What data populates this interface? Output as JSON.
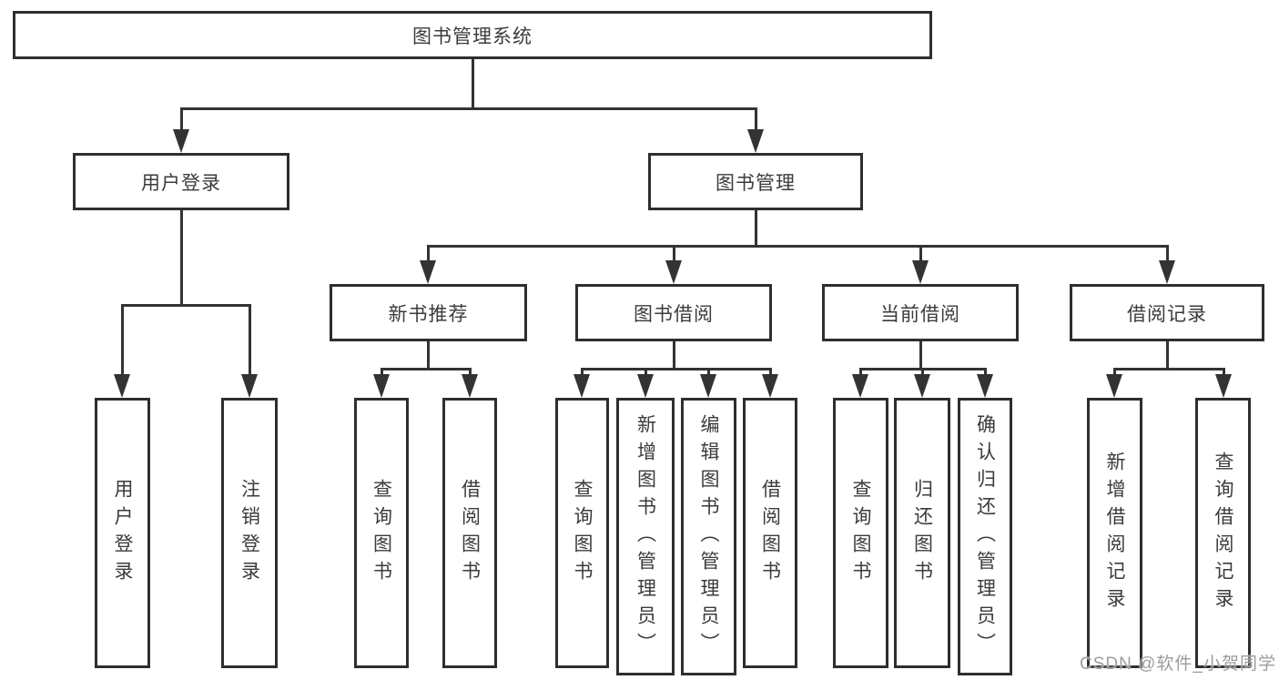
{
  "diagram": {
    "root": {
      "label": "图书管理系统"
    },
    "level2": [
      {
        "label": "用户登录"
      },
      {
        "label": "图书管理"
      }
    ],
    "level3": [
      {
        "label": "新书推荐",
        "parent": "图书管理"
      },
      {
        "label": "图书借阅",
        "parent": "图书管理"
      },
      {
        "label": "当前借阅",
        "parent": "图书管理"
      },
      {
        "label": "借阅记录",
        "parent": "图书管理"
      }
    ],
    "leaves": [
      {
        "label": "用户登录",
        "parent": "用户登录"
      },
      {
        "label": "注销登录",
        "parent": "用户登录"
      },
      {
        "label": "查询图书",
        "parent": "新书推荐"
      },
      {
        "label": "借阅图书",
        "parent": "新书推荐"
      },
      {
        "label": "查询图书",
        "parent": "图书借阅"
      },
      {
        "label": "新增图书（管理员）",
        "parent": "图书借阅"
      },
      {
        "label": "编辑图书（管理员）",
        "parent": "图书借阅"
      },
      {
        "label": "借阅图书",
        "parent": "图书借阅"
      },
      {
        "label": "查询图书",
        "parent": "当前借阅"
      },
      {
        "label": "归还图书",
        "parent": "当前借阅"
      },
      {
        "label": "确认归还（管理员）",
        "parent": "当前借阅"
      },
      {
        "label": "新增借阅记录",
        "parent": "借阅记录"
      },
      {
        "label": "查询借阅记录",
        "parent": "借阅记录"
      }
    ]
  },
  "watermark": {
    "text": "CSDN @软件_小贺同学"
  },
  "colors": {
    "line": "#333333",
    "box_border": "#2e2e2e",
    "text": "#3b3b3b",
    "background": "#ffffff",
    "watermark": "#9c9c9c"
  }
}
